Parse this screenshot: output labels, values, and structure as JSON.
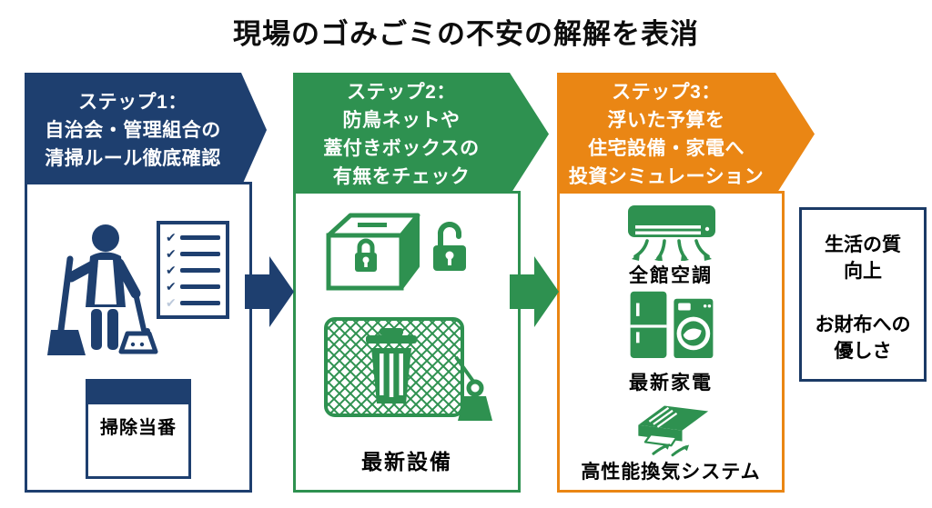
{
  "title": "現場のゴみごミの不安の解解を表消",
  "colors": {
    "navy": "#1e3f6f",
    "green": "#2e9150",
    "orange": "#ea8614"
  },
  "icons": {
    "check": "✔"
  },
  "steps": [
    {
      "header_lines": [
        "ステップ1：",
        "自治会・管理組合の",
        "清掃ルール徹底確認"
      ],
      "calendar_label": "掃除当番"
    },
    {
      "header_lines": [
        "ステップ2：",
        "防鳥ネットや",
        "蓋付きボックスの",
        "有無をチェック"
      ],
      "caption": "最新設備"
    },
    {
      "header_lines": [
        "ステップ3：",
        "浮いた予算を",
        "住宅設備・家電へ",
        "投資シミュレーション"
      ],
      "items": [
        {
          "label": "全館空調"
        },
        {
          "label": "最新家電"
        },
        {
          "label": "高性能換気システム"
        }
      ]
    }
  ],
  "result_box": {
    "line1": "生活の質",
    "line2": "向上",
    "line3": "お財布への",
    "line4": "優しさ"
  }
}
